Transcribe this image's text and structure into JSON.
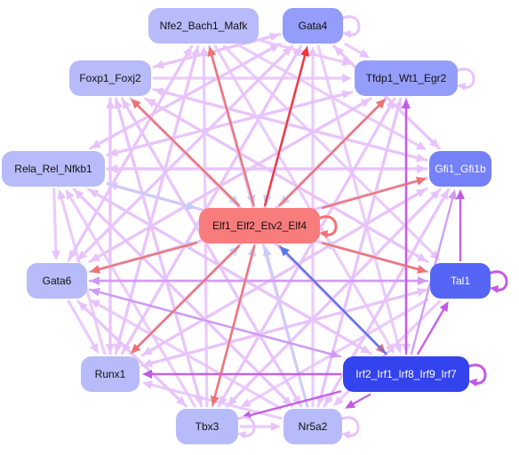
{
  "nodes": [
    {
      "id": "nfe2",
      "name": "node-nfe2-bach1-mafk",
      "label": "Nfe2_Bach1_Mafk",
      "fill": "#b7bbf9",
      "text": "#111111"
    },
    {
      "id": "gata4",
      "name": "node-gata4",
      "label": "Gata4",
      "fill": "#959dfb",
      "text": "#111111"
    },
    {
      "id": "foxp1",
      "name": "node-foxp1-foxj2",
      "label": "Foxp1_Foxj2",
      "fill": "#b7bbf9",
      "text": "#111111"
    },
    {
      "id": "tfdp1",
      "name": "node-tfdp1-wt1-egr2",
      "label": "Tfdp1_Wt1_Egr2",
      "fill": "#959dfb",
      "text": "#111111"
    },
    {
      "id": "rela",
      "name": "node-rela-rel-nfkb1",
      "label": "Rela_Rel_Nfkb1",
      "fill": "#b7bbf9",
      "text": "#111111"
    },
    {
      "id": "gfi1",
      "name": "node-gfi1-gfi1b",
      "label": "Gfi1_Gfi1b",
      "fill": "#7581f8",
      "text": "#ffffff"
    },
    {
      "id": "elf1",
      "name": "node-elf1-elf2-etv2-elf4",
      "label": "Elf1_Elf2_Etv2_Elf4",
      "fill": "#f87c7c",
      "text": "#111111"
    },
    {
      "id": "gata6",
      "name": "node-gata6",
      "label": "Gata6",
      "fill": "#b7bbf9",
      "text": "#111111"
    },
    {
      "id": "tal1",
      "name": "node-tal1",
      "label": "Tal1",
      "fill": "#5566f6",
      "text": "#ffffff"
    },
    {
      "id": "runx1",
      "name": "node-runx1",
      "label": "Runx1",
      "fill": "#b7bbf9",
      "text": "#111111"
    },
    {
      "id": "irf2",
      "name": "node-irf2-irf1-irf8-irf9-irf7",
      "label": "Irf2_Irf1_Irf8_Irf9_Irf7",
      "fill": "#3344ee",
      "text": "#ffffff"
    },
    {
      "id": "tbx3",
      "name": "node-tbx3",
      "label": "Tbx3",
      "fill": "#b7bbf9",
      "text": "#111111"
    },
    {
      "id": "nr5a2",
      "name": "node-nr5a2",
      "label": "Nr5a2",
      "fill": "#b7bbf9",
      "text": "#111111"
    }
  ],
  "colors": {
    "light_edge": "#e8c3fb",
    "mid_edge": "#cf9bf2",
    "purple_edge": "#c25ae6",
    "red_edge": "#f07272",
    "bright_red_edge": "#f03535",
    "blue_edge": "#5577ee",
    "pale_blue_edge": "#c7cdf9"
  },
  "edges": [
    {
      "from": "runx1",
      "to": "gata4",
      "color": "light_edge"
    },
    {
      "from": "runx1",
      "to": "nfe2",
      "color": "light_edge"
    },
    {
      "from": "runx1",
      "to": "tfdp1",
      "color": "light_edge"
    },
    {
      "from": "runx1",
      "to": "gfi1",
      "color": "light_edge"
    },
    {
      "from": "runx1",
      "to": "rela",
      "color": "light_edge"
    },
    {
      "from": "runx1",
      "to": "foxp1",
      "color": "light_edge"
    },
    {
      "from": "runx1",
      "to": "elf1",
      "color": "pale_blue_edge"
    },
    {
      "from": "runx1",
      "to": "tal1",
      "color": "light_edge"
    },
    {
      "from": "tbx3",
      "to": "gata4",
      "color": "light_edge"
    },
    {
      "from": "tbx3",
      "to": "nfe2",
      "color": "light_edge"
    },
    {
      "from": "tbx3",
      "to": "foxp1",
      "color": "light_edge"
    },
    {
      "from": "tbx3",
      "to": "tfdp1",
      "color": "light_edge"
    },
    {
      "from": "tbx3",
      "to": "gata6",
      "color": "light_edge"
    },
    {
      "from": "tbx3",
      "to": "elf1",
      "color": "pale_blue_edge"
    },
    {
      "from": "tbx3",
      "to": "rela",
      "color": "light_edge"
    },
    {
      "from": "tbx3",
      "to": "gfi1",
      "color": "light_edge"
    },
    {
      "from": "tbx3",
      "to": "nr5a2",
      "color": "light_edge"
    },
    {
      "from": "nr5a2",
      "to": "gata4",
      "color": "light_edge"
    },
    {
      "from": "nr5a2",
      "to": "nfe2",
      "color": "light_edge"
    },
    {
      "from": "nr5a2",
      "to": "foxp1",
      "color": "light_edge"
    },
    {
      "from": "nr5a2",
      "to": "rela",
      "color": "light_edge"
    },
    {
      "from": "nr5a2",
      "to": "gata6",
      "color": "light_edge"
    },
    {
      "from": "nr5a2",
      "to": "elf1",
      "color": "pale_blue_edge"
    },
    {
      "from": "nr5a2",
      "to": "tfdp1",
      "color": "light_edge"
    },
    {
      "from": "nr5a2",
      "to": "gfi1",
      "color": "light_edge"
    },
    {
      "from": "nr5a2",
      "to": "runx1",
      "color": "light_edge"
    },
    {
      "from": "gata6",
      "to": "gata4",
      "color": "light_edge"
    },
    {
      "from": "gata6",
      "to": "nfe2",
      "color": "light_edge"
    },
    {
      "from": "gata6",
      "to": "tfdp1",
      "color": "light_edge"
    },
    {
      "from": "gata6",
      "to": "gfi1",
      "color": "light_edge"
    },
    {
      "from": "gata6",
      "to": "runx1",
      "color": "light_edge"
    },
    {
      "from": "gata6",
      "to": "tbx3",
      "color": "light_edge"
    },
    {
      "from": "gata6",
      "to": "irf2",
      "color": "mid_edge"
    },
    {
      "from": "gata6",
      "to": "tal1",
      "color": "mid_edge"
    },
    {
      "from": "rela",
      "to": "gata6",
      "color": "light_edge"
    },
    {
      "from": "rela",
      "to": "gata4",
      "color": "light_edge"
    },
    {
      "from": "rela",
      "to": "tfdp1",
      "color": "light_edge"
    },
    {
      "from": "rela",
      "to": "gfi1",
      "color": "light_edge"
    },
    {
      "from": "rela",
      "to": "tal1",
      "color": "light_edge"
    },
    {
      "from": "rela",
      "to": "irf2",
      "color": "light_edge"
    },
    {
      "from": "rela",
      "to": "nr5a2",
      "color": "light_edge"
    },
    {
      "from": "rela",
      "to": "elf1",
      "color": "pale_blue_edge"
    },
    {
      "from": "foxp1",
      "to": "gata4",
      "color": "light_edge"
    },
    {
      "from": "foxp1",
      "to": "tfdp1",
      "color": "light_edge"
    },
    {
      "from": "foxp1",
      "to": "gfi1",
      "color": "light_edge"
    },
    {
      "from": "foxp1",
      "to": "tal1",
      "color": "light_edge"
    },
    {
      "from": "foxp1",
      "to": "irf2",
      "color": "light_edge"
    },
    {
      "from": "foxp1",
      "to": "nr5a2",
      "color": "light_edge"
    },
    {
      "from": "foxp1",
      "to": "runx1",
      "color": "light_edge"
    },
    {
      "from": "foxp1",
      "to": "tbx3",
      "color": "light_edge"
    },
    {
      "from": "nfe2",
      "to": "tfdp1",
      "color": "light_edge"
    },
    {
      "from": "nfe2",
      "to": "gfi1",
      "color": "light_edge"
    },
    {
      "from": "nfe2",
      "to": "tal1",
      "color": "light_edge"
    },
    {
      "from": "nfe2",
      "to": "irf2",
      "color": "light_edge"
    },
    {
      "from": "nfe2",
      "to": "runx1",
      "color": "light_edge"
    },
    {
      "from": "nfe2",
      "to": "gata6",
      "color": "light_edge"
    },
    {
      "from": "gata4",
      "to": "tfdp1",
      "color": "light_edge"
    },
    {
      "from": "gata4",
      "to": "gfi1",
      "color": "light_edge"
    },
    {
      "from": "gata4",
      "to": "irf2",
      "color": "light_edge"
    },
    {
      "from": "gata4",
      "to": "gata6",
      "color": "light_edge"
    },
    {
      "from": "gata4",
      "to": "rela",
      "color": "light_edge"
    },
    {
      "from": "gata4",
      "to": "runx1",
      "color": "light_edge"
    },
    {
      "from": "gata4",
      "to": "foxp1",
      "color": "light_edge"
    },
    {
      "from": "tfdp1",
      "to": "gata6",
      "color": "light_edge"
    },
    {
      "from": "tfdp1",
      "to": "rela",
      "color": "light_edge"
    },
    {
      "from": "tfdp1",
      "to": "runx1",
      "color": "light_edge"
    },
    {
      "from": "tfdp1",
      "to": "tbx3",
      "color": "light_edge"
    },
    {
      "from": "tfdp1",
      "to": "nr5a2",
      "color": "light_edge"
    },
    {
      "from": "tfdp1",
      "to": "irf2",
      "color": "light_edge"
    },
    {
      "from": "tfdp1",
      "to": "elf1",
      "color": "pale_blue_edge"
    },
    {
      "from": "gfi1",
      "to": "foxp1",
      "color": "light_edge"
    },
    {
      "from": "gfi1",
      "to": "rela",
      "color": "light_edge"
    },
    {
      "from": "gfi1",
      "to": "gata6",
      "color": "light_edge"
    },
    {
      "from": "gfi1",
      "to": "runx1",
      "color": "light_edge"
    },
    {
      "from": "gfi1",
      "to": "tbx3",
      "color": "light_edge"
    },
    {
      "from": "gfi1",
      "to": "nr5a2",
      "color": "light_edge"
    },
    {
      "from": "gfi1",
      "to": "gata4",
      "color": "light_edge"
    },
    {
      "from": "tal1",
      "to": "gfi1",
      "color": "purple_edge"
    },
    {
      "from": "tal1",
      "to": "rela",
      "color": "light_edge"
    },
    {
      "from": "tal1",
      "to": "gata6",
      "color": "mid_edge"
    },
    {
      "from": "tal1",
      "to": "tbx3",
      "color": "light_edge"
    },
    {
      "from": "tal1",
      "to": "nr5a2",
      "color": "light_edge"
    },
    {
      "from": "tal1",
      "to": "runx1",
      "color": "light_edge"
    },
    {
      "from": "tal1",
      "to": "foxp1",
      "color": "light_edge"
    },
    {
      "from": "tal1",
      "to": "elf1",
      "color": "pale_blue_edge"
    },
    {
      "from": "irf2",
      "to": "tfdp1",
      "color": "purple_edge"
    },
    {
      "from": "irf2",
      "to": "gfi1",
      "color": "mid_edge"
    },
    {
      "from": "irf2",
      "to": "tal1",
      "color": "purple_edge"
    },
    {
      "from": "irf2",
      "to": "runx1",
      "color": "purple_edge"
    },
    {
      "from": "irf2",
      "to": "tbx3",
      "color": "purple_edge"
    },
    {
      "from": "irf2",
      "to": "nr5a2",
      "color": "purple_edge"
    },
    {
      "from": "irf2",
      "to": "gata6",
      "color": "mid_edge"
    },
    {
      "from": "irf2",
      "to": "rela",
      "color": "light_edge"
    },
    {
      "from": "irf2",
      "to": "foxp1",
      "color": "light_edge"
    },
    {
      "from": "irf2",
      "to": "elf1",
      "color": "blue_edge"
    },
    {
      "from": "elf1",
      "to": "gata4",
      "color": "bright_red_edge"
    },
    {
      "from": "elf1",
      "to": "nfe2",
      "color": "red_edge"
    },
    {
      "from": "elf1",
      "to": "foxp1",
      "color": "red_edge"
    },
    {
      "from": "elf1",
      "to": "tfdp1",
      "color": "red_edge"
    },
    {
      "from": "elf1",
      "to": "gfi1",
      "color": "red_edge"
    },
    {
      "from": "elf1",
      "to": "tal1",
      "color": "red_edge"
    },
    {
      "from": "elf1",
      "to": "irf2",
      "color": "red_edge"
    },
    {
      "from": "elf1",
      "to": "runx1",
      "color": "red_edge"
    },
    {
      "from": "elf1",
      "to": "tbx3",
      "color": "red_edge"
    },
    {
      "from": "elf1",
      "to": "gata6",
      "color": "red_edge"
    },
    {
      "from": "nfe2",
      "to": "elf1",
      "color": "pale_blue_edge"
    },
    {
      "from": "gata4",
      "to": "elf1",
      "color": "pale_blue_edge"
    },
    {
      "from": "foxp1",
      "to": "elf1",
      "color": "pale_blue_edge"
    },
    {
      "from": "gata6",
      "to": "elf1",
      "color": "pale_blue_edge"
    }
  ],
  "self_loops": [
    {
      "node": "gata4",
      "color": "light_edge",
      "side": "right"
    },
    {
      "node": "tfdp1",
      "color": "light_edge",
      "side": "right"
    },
    {
      "node": "elf1",
      "color": "red_edge",
      "side": "right"
    },
    {
      "node": "tal1",
      "color": "purple_edge",
      "side": "right"
    },
    {
      "node": "irf2",
      "color": "purple_edge",
      "side": "right"
    },
    {
      "node": "tbx3",
      "color": "light_edge",
      "side": "right"
    },
    {
      "node": "nr5a2",
      "color": "light_edge",
      "side": "right"
    }
  ]
}
